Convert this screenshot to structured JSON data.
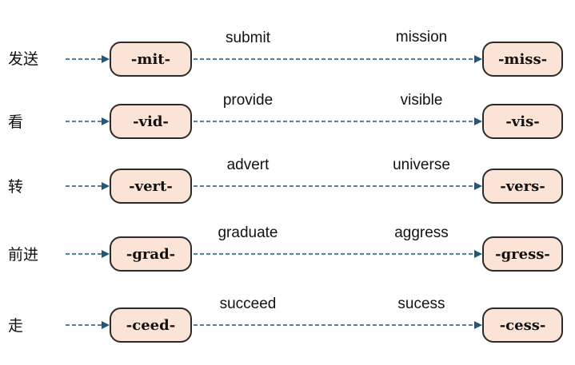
{
  "rows": [
    {
      "meaning": "发送",
      "root": "-mit-",
      "example_root": "submit",
      "example_derived": "mission",
      "derived_root": "-miss-"
    },
    {
      "meaning": "看",
      "root": "-vid-",
      "example_root": "provide",
      "example_derived": "visible",
      "derived_root": "-vis-"
    },
    {
      "meaning": "转",
      "root": "-vert-",
      "example_root": "advert",
      "example_derived": "universe",
      "derived_root": "-vers-"
    },
    {
      "meaning": "前进",
      "root": "-grad-",
      "example_root": "graduate",
      "example_derived": "aggress",
      "derived_root": "-gress-"
    },
    {
      "meaning": "走",
      "root": "-ceed-",
      "example_root": "succeed",
      "example_derived": "sucess",
      "derived_root": "-cess-"
    }
  ],
  "colors": {
    "arrow": "#1f5a7a",
    "box_fill": "#fbe3d6",
    "box_border": "#2b2b2b",
    "text": "#111111"
  }
}
